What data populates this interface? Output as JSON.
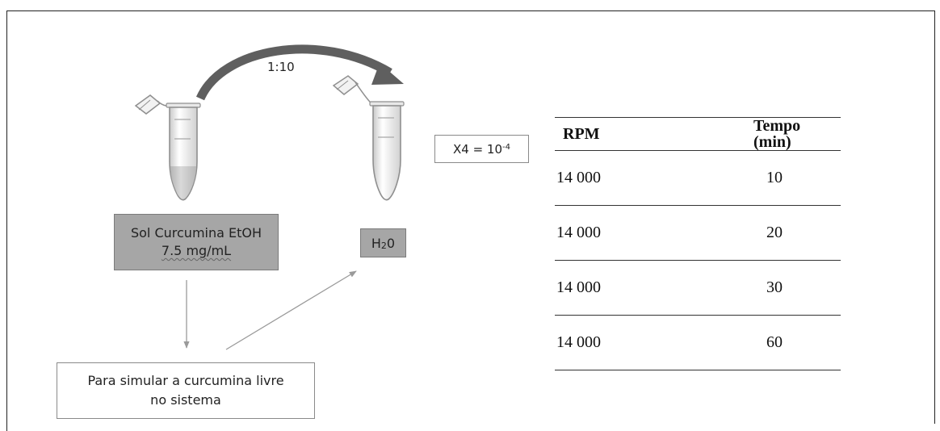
{
  "diagram": {
    "transfer_ratio": "1:10",
    "dilution_label": "X4 = 10",
    "dilution_exponent": "-4",
    "source_box": {
      "line1": "Sol Curcumina EtOH",
      "line2": "7.5 mg/mL"
    },
    "water_box": {
      "base": "H",
      "sub": "2",
      "tail": "0"
    },
    "note_box": {
      "line1": "Para simular a curcumina livre",
      "line2": "no sistema"
    },
    "colors": {
      "box_fill": "#a6a6a6",
      "arrow": "#5f5f5f",
      "tube": "#9a9a9a"
    }
  },
  "table": {
    "headers": [
      "RPM",
      "Tempo (min)"
    ],
    "header_line1": "Tempo",
    "header_line2": "(min)",
    "rows": [
      [
        "14 000",
        "10"
      ],
      [
        "14 000",
        "20"
      ],
      [
        "14 000",
        "30"
      ],
      [
        "14 000",
        "60"
      ]
    ]
  }
}
